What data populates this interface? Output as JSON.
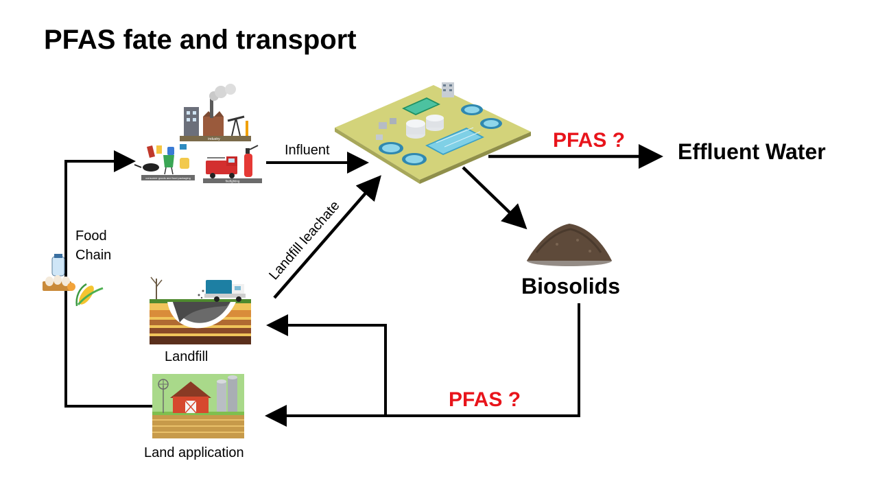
{
  "title": "PFAS fate and transport",
  "labels": {
    "influent": "Influent",
    "effluent_water": "Effluent Water",
    "pfas_top": "PFAS ?",
    "pfas_bottom": "PFAS ?",
    "biosolids": "Biosolids",
    "landfill_leachate": "Landfill leachate",
    "landfill": "Landfill",
    "land_application": "Land application",
    "food_chain_line1": "Food",
    "food_chain_line2": "Chain"
  },
  "source_icon_labels": {
    "industry": "industry",
    "consumer": "consumer goods and food packaging",
    "firefighting": "firefighting"
  },
  "colors": {
    "pfas_red": "#e8141b",
    "arrow": "#000000"
  }
}
